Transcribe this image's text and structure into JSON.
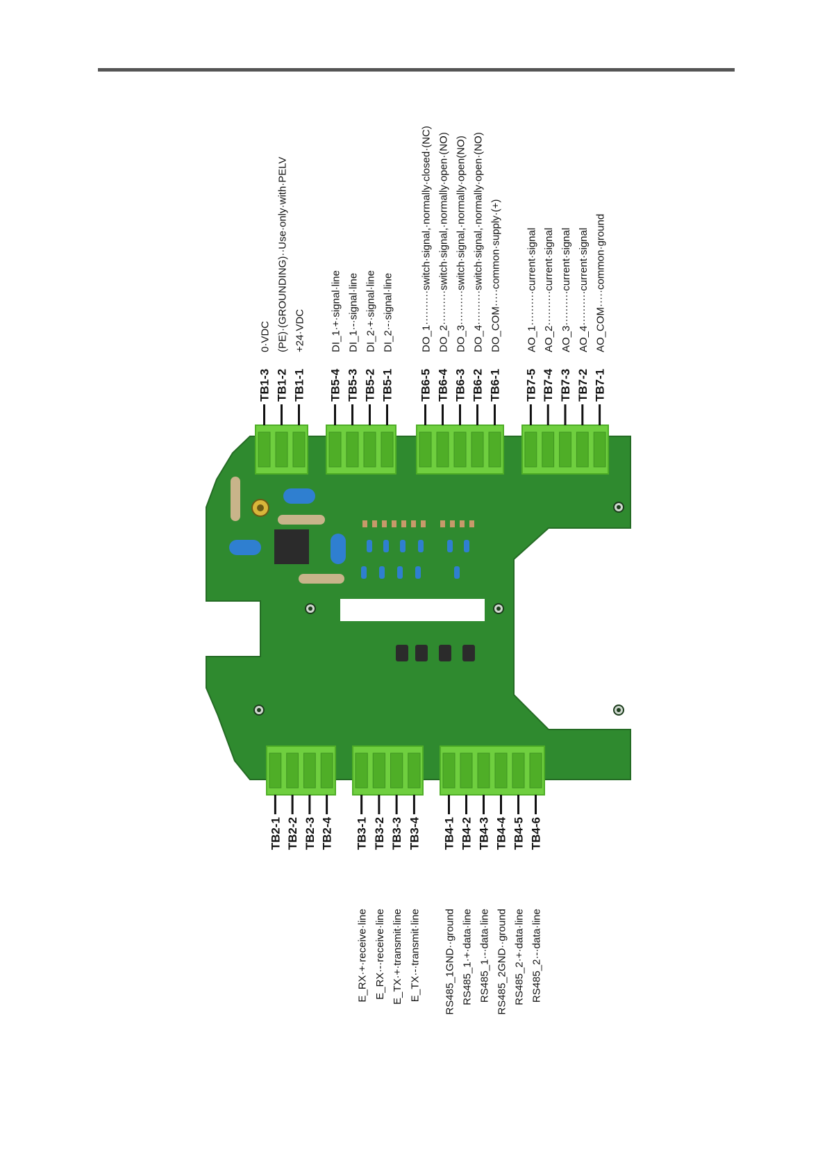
{
  "colors": {
    "board": "#2f8a2f",
    "board_edge": "#246b24",
    "connector": "#6fcf3f",
    "connector_dark": "#4fae27",
    "line": "#111111",
    "text": "#111111",
    "capacitor_blue": "#2f7fd0",
    "resistor_tan": "#c8b48a",
    "chip": "#2b2b2b",
    "label_white": "#ffffff",
    "rule": "#555555"
  },
  "top_terminals": [
    {
      "name": "TB1",
      "pins": [
        {
          "id": "TB1-3",
          "desc": "0·VDC"
        },
        {
          "id": "TB1-2",
          "desc": "(PE)·(GROUNDING)··Use·only·with·PELV"
        },
        {
          "id": "TB1-1",
          "desc": "+24·VDC"
        }
      ]
    },
    {
      "name": "TB5",
      "pins": [
        {
          "id": "TB5-4",
          "desc": "DI_1·+·signal·line"
        },
        {
          "id": "TB5-3",
          "desc": "DI_1·-·signal·line"
        },
        {
          "id": "TB5-2",
          "desc": "DI_2·+·signal·line"
        },
        {
          "id": "TB5-1",
          "desc": "DI_2·-·signal·line"
        }
      ]
    },
    {
      "name": "TB6",
      "pins": [
        {
          "id": "TB6-5",
          "desc": "DO_1··········switch·signal,·normally·closed·(NC)"
        },
        {
          "id": "TB6-4",
          "desc": "DO_2··········switch·signal,·normally·open·(NO)"
        },
        {
          "id": "TB6-3",
          "desc": "DO_3··········switch·signal,·normally·open(NO)"
        },
        {
          "id": "TB6-2",
          "desc": "DO_4··········switch·signal,·normally·open·(NO)"
        },
        {
          "id": "TB6-1",
          "desc": "DO_COM·····common·supply·(+)"
        }
      ]
    },
    {
      "name": "TB7",
      "pins": [
        {
          "id": "TB7-5",
          "desc": "AO_1··········current·signal"
        },
        {
          "id": "TB7-4",
          "desc": "AO_2··········current·signal"
        },
        {
          "id": "TB7-3",
          "desc": "AO_3··········current·signal"
        },
        {
          "id": "TB7-2",
          "desc": "AO_4··········current·signal"
        },
        {
          "id": "TB7-1",
          "desc": "AO_COM·····common·ground"
        }
      ]
    }
  ],
  "bottom_terminals": [
    {
      "name": "TB2",
      "pins": [
        {
          "id": "TB2-1",
          "desc": ""
        },
        {
          "id": "TB2-2",
          "desc": ""
        },
        {
          "id": "TB2-3",
          "desc": ""
        },
        {
          "id": "TB2-4",
          "desc": ""
        }
      ]
    },
    {
      "name": "TB3",
      "pins": [
        {
          "id": "TB3-1",
          "desc": "E_RX·+·receive·line"
        },
        {
          "id": "TB3-2",
          "desc": "E_RX·-·receive·line"
        },
        {
          "id": "TB3-3",
          "desc": "E_TX·+·transmit·line"
        },
        {
          "id": "TB3-4",
          "desc": "E_TX·-·transmit·line"
        }
      ]
    },
    {
      "name": "TB4",
      "pins": [
        {
          "id": "TB4-1",
          "desc": "RS485_1GND··ground"
        },
        {
          "id": "TB4-2",
          "desc": "RS485_1·+·data·line"
        },
        {
          "id": "TB4-3",
          "desc": "RS485_1·-·data·line"
        },
        {
          "id": "TB4-4",
          "desc": "RS485_2GND··ground"
        },
        {
          "id": "TB4-5",
          "desc": "RS485_2·+·data·line"
        },
        {
          "id": "TB4-6",
          "desc": "RS485_2·-·data·line"
        }
      ]
    }
  ]
}
